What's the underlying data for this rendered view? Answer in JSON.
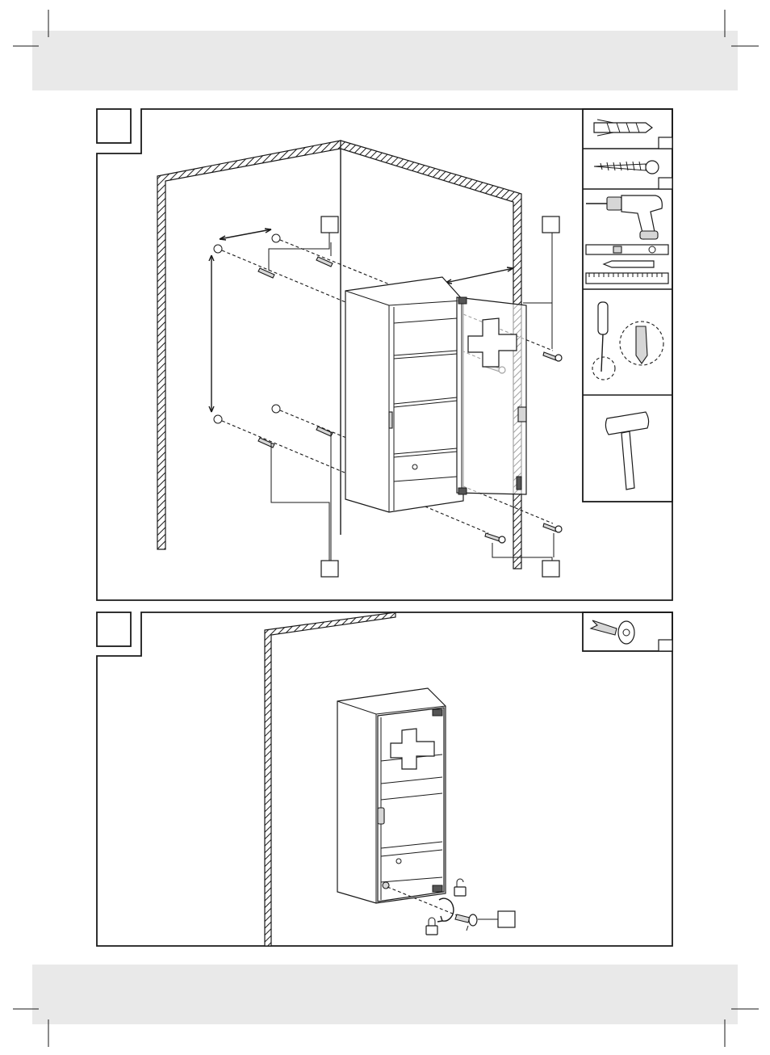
{
  "page": {
    "steps": [
      {
        "id": "step-wall-mounting",
        "label_boxes": 4,
        "parts": [
          "wall-plug",
          "screw"
        ],
        "tools": [
          "power-drill",
          "spirit-level",
          "pencil",
          "folding-ruler",
          "screwdriver",
          "screwdriver-bit",
          "hammer"
        ]
      },
      {
        "id": "step-lock-door",
        "label_boxes": 1,
        "parts": [
          "key"
        ],
        "icons": [
          "padlock-open-icon",
          "padlock-closed-icon",
          "rotate-arrow-icon"
        ]
      }
    ]
  }
}
